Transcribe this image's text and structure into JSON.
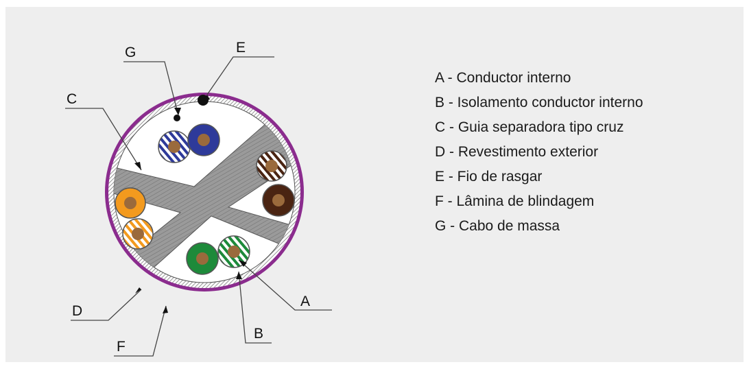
{
  "callouts": [
    {
      "letter": "A",
      "description": "Conductor interno"
    },
    {
      "letter": "B",
      "description": "Isolamento conductor interno"
    },
    {
      "letter": "C",
      "description": "Guia separadora tipo cruz"
    },
    {
      "letter": "D",
      "description": "Revestimento exterior"
    },
    {
      "letter": "E",
      "description": "Fio de rasgar"
    },
    {
      "letter": "F",
      "description": "Lâmina de blindagem"
    },
    {
      "letter": "G",
      "description": "Cabo de massa"
    }
  ],
  "legend": [
    "A - Conductor interno",
    "B - Isolamento conductor interno",
    "C - Guia separadora tipo cruz",
    "D - Revestimento exterior",
    "E - Fio de rasgar",
    "F - Lâmina de blindagem",
    "G - Cabo de massa"
  ],
  "colors": {
    "background": "#ffffff",
    "panel": "#eeeeee",
    "jacket": "#8b2c8e",
    "cross_separator": "#8c8c8c",
    "pair_blue": "#2e3a9a",
    "pair_brown": "#4a2412",
    "pair_orange": "#f39a1e",
    "pair_green": "#1d8a3a",
    "copper": "#9a6a3c"
  }
}
